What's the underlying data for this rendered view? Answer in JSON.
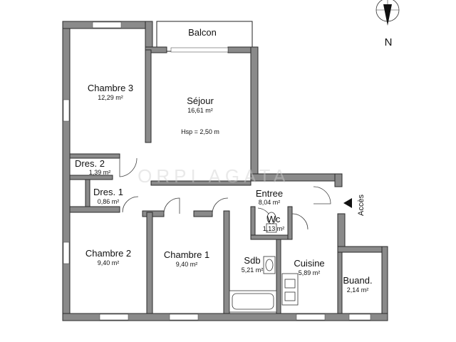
{
  "rooms": [
    {
      "name": "Chambre 3",
      "area": "12,29 m²"
    },
    {
      "name": "Séjour",
      "area": "16,61 m²",
      "note": "Hsp = 2,50 m"
    },
    {
      "name": "Dres. 2",
      "area": "1,39 m²"
    },
    {
      "name": "Dres. 1",
      "area": "0,86 m²"
    },
    {
      "name": "Entree",
      "area": "8,04 m²"
    },
    {
      "name": "Wc",
      "area": "1,13 m²"
    },
    {
      "name": "Chambre 2",
      "area": "9,40 m²"
    },
    {
      "name": "Chambre 1",
      "area": "9,40 m²"
    },
    {
      "name": "Sdb",
      "area": "5,21 m²"
    },
    {
      "name": "Cuisine",
      "area": "5,89 m²"
    },
    {
      "name": "Buand.",
      "area": "2,14 m²"
    }
  ],
  "balcony": "Balcon",
  "access": "Accès",
  "compass": "N",
  "watermark": "ORPI AGATA",
  "colors": {
    "wall": "#8a8a8a",
    "wall_outline": "#2b2b2b",
    "background": "#ffffff"
  }
}
